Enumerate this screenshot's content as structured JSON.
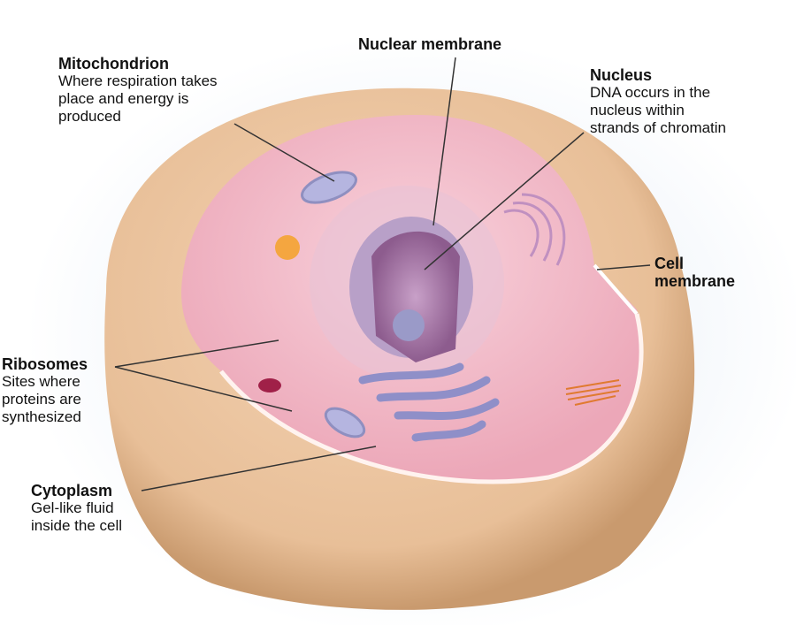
{
  "labels": {
    "mitochondrion": {
      "title": "Mitochondrion",
      "desc": [
        "Where respiration takes",
        "place and energy is",
        "produced"
      ]
    },
    "nuclear_membrane": {
      "title": "Nuclear membrane"
    },
    "nucleus": {
      "title": "Nucleus",
      "desc": [
        "DNA occurs in the",
        "nucleus within",
        "strands of chromatin"
      ]
    },
    "cell_membrane": {
      "title": [
        "Cell",
        "membrane"
      ]
    },
    "ribosomes": {
      "title": "Ribosomes",
      "desc": [
        "Sites where",
        "proteins are",
        "synthesized"
      ]
    },
    "cytoplasm": {
      "title": "Cytoplasm",
      "desc": [
        "Gel-like fluid",
        "inside the cell"
      ]
    }
  },
  "colors": {
    "outer": "#e8bf98",
    "cytoplasm": "#f2b3c0",
    "nucleus": "#a0709f",
    "background_glow": "#dfe9f5"
  }
}
